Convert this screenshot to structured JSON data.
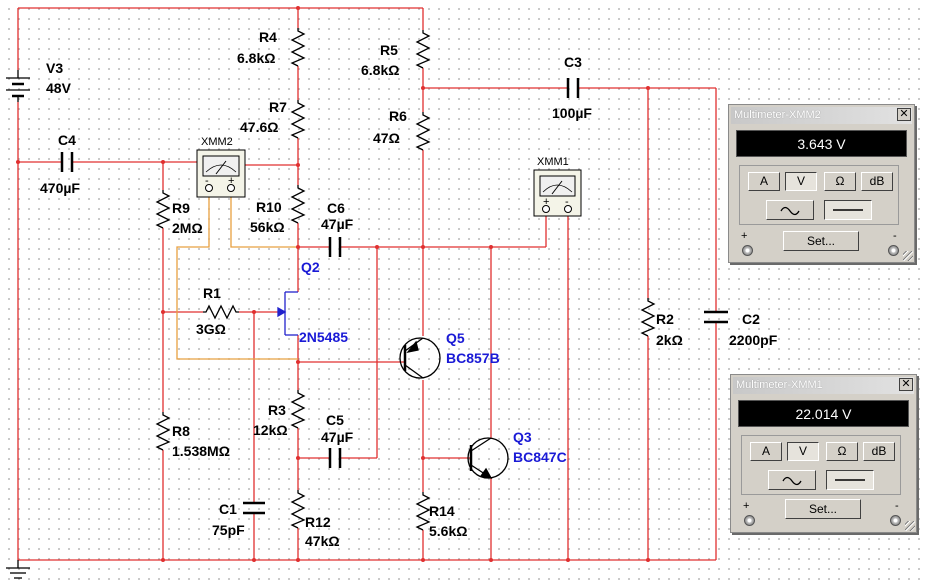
{
  "components": {
    "V3": {
      "ref": "V3",
      "value": "48V"
    },
    "C4": {
      "ref": "C4",
      "value": "470µF"
    },
    "R4": {
      "ref": "R4",
      "value": "6.8kΩ"
    },
    "R7": {
      "ref": "R7",
      "value": "47.6Ω"
    },
    "R10": {
      "ref": "R10",
      "value": "56kΩ"
    },
    "R9": {
      "ref": "R9",
      "value": "2MΩ"
    },
    "R1": {
      "ref": "R1",
      "value": "3GΩ"
    },
    "R8": {
      "ref": "R8",
      "value": "1.538MΩ"
    },
    "C1": {
      "ref": "C1",
      "value": "75pF"
    },
    "R3": {
      "ref": "R3",
      "value": "12kΩ"
    },
    "R12": {
      "ref": "R12",
      "value": "47kΩ"
    },
    "C6": {
      "ref": "C6",
      "value": "47µF"
    },
    "C5": {
      "ref": "C5",
      "value": "47µF"
    },
    "Q2": {
      "ref": "Q2",
      "value": "2N5485"
    },
    "Q5": {
      "ref": "Q5",
      "value": "BC857B"
    },
    "Q3": {
      "ref": "Q3",
      "value": "BC847C"
    },
    "R5": {
      "ref": "R5",
      "value": "6.8kΩ"
    },
    "R6": {
      "ref": "R6",
      "value": "47Ω"
    },
    "R14": {
      "ref": "R14",
      "value": "5.6kΩ"
    },
    "C3": {
      "ref": "C3",
      "value": "100µF"
    },
    "R2": {
      "ref": "R2",
      "value": "2kΩ"
    },
    "C2": {
      "ref": "C2",
      "value": "2200pF"
    }
  },
  "meters_on_schematic": {
    "XMM2": {
      "label": "XMM2",
      "plus": "+",
      "minus": "-"
    },
    "XMM1": {
      "label": "XMM1",
      "plus": "+",
      "minus": "-"
    }
  },
  "colors": {
    "wire": "#e03030",
    "wire_orange": "#e8a040",
    "wire_blue": "#2222cc",
    "component": "#000000",
    "transistor_label": "#1a1ad6",
    "grid_dot": "#b8b8b8"
  },
  "multimeter_xmm2": {
    "title": "Multimeter-XMM2",
    "close": "✕",
    "reading": "3.643 V",
    "buttons": {
      "amps": "A",
      "volts": "V",
      "ohms": "Ω",
      "db": "dB"
    },
    "selected_mode": "V",
    "selected_coupling": "DC",
    "set_label": "Set...",
    "plus": "+",
    "minus": "-"
  },
  "multimeter_xmm1": {
    "title": "Multimeter-XMM1",
    "close": "✕",
    "reading": "22.014 V",
    "buttons": {
      "amps": "A",
      "volts": "V",
      "ohms": "Ω",
      "db": "dB"
    },
    "selected_mode": "V",
    "selected_coupling": "DC",
    "set_label": "Set...",
    "plus": "+",
    "minus": "-"
  }
}
